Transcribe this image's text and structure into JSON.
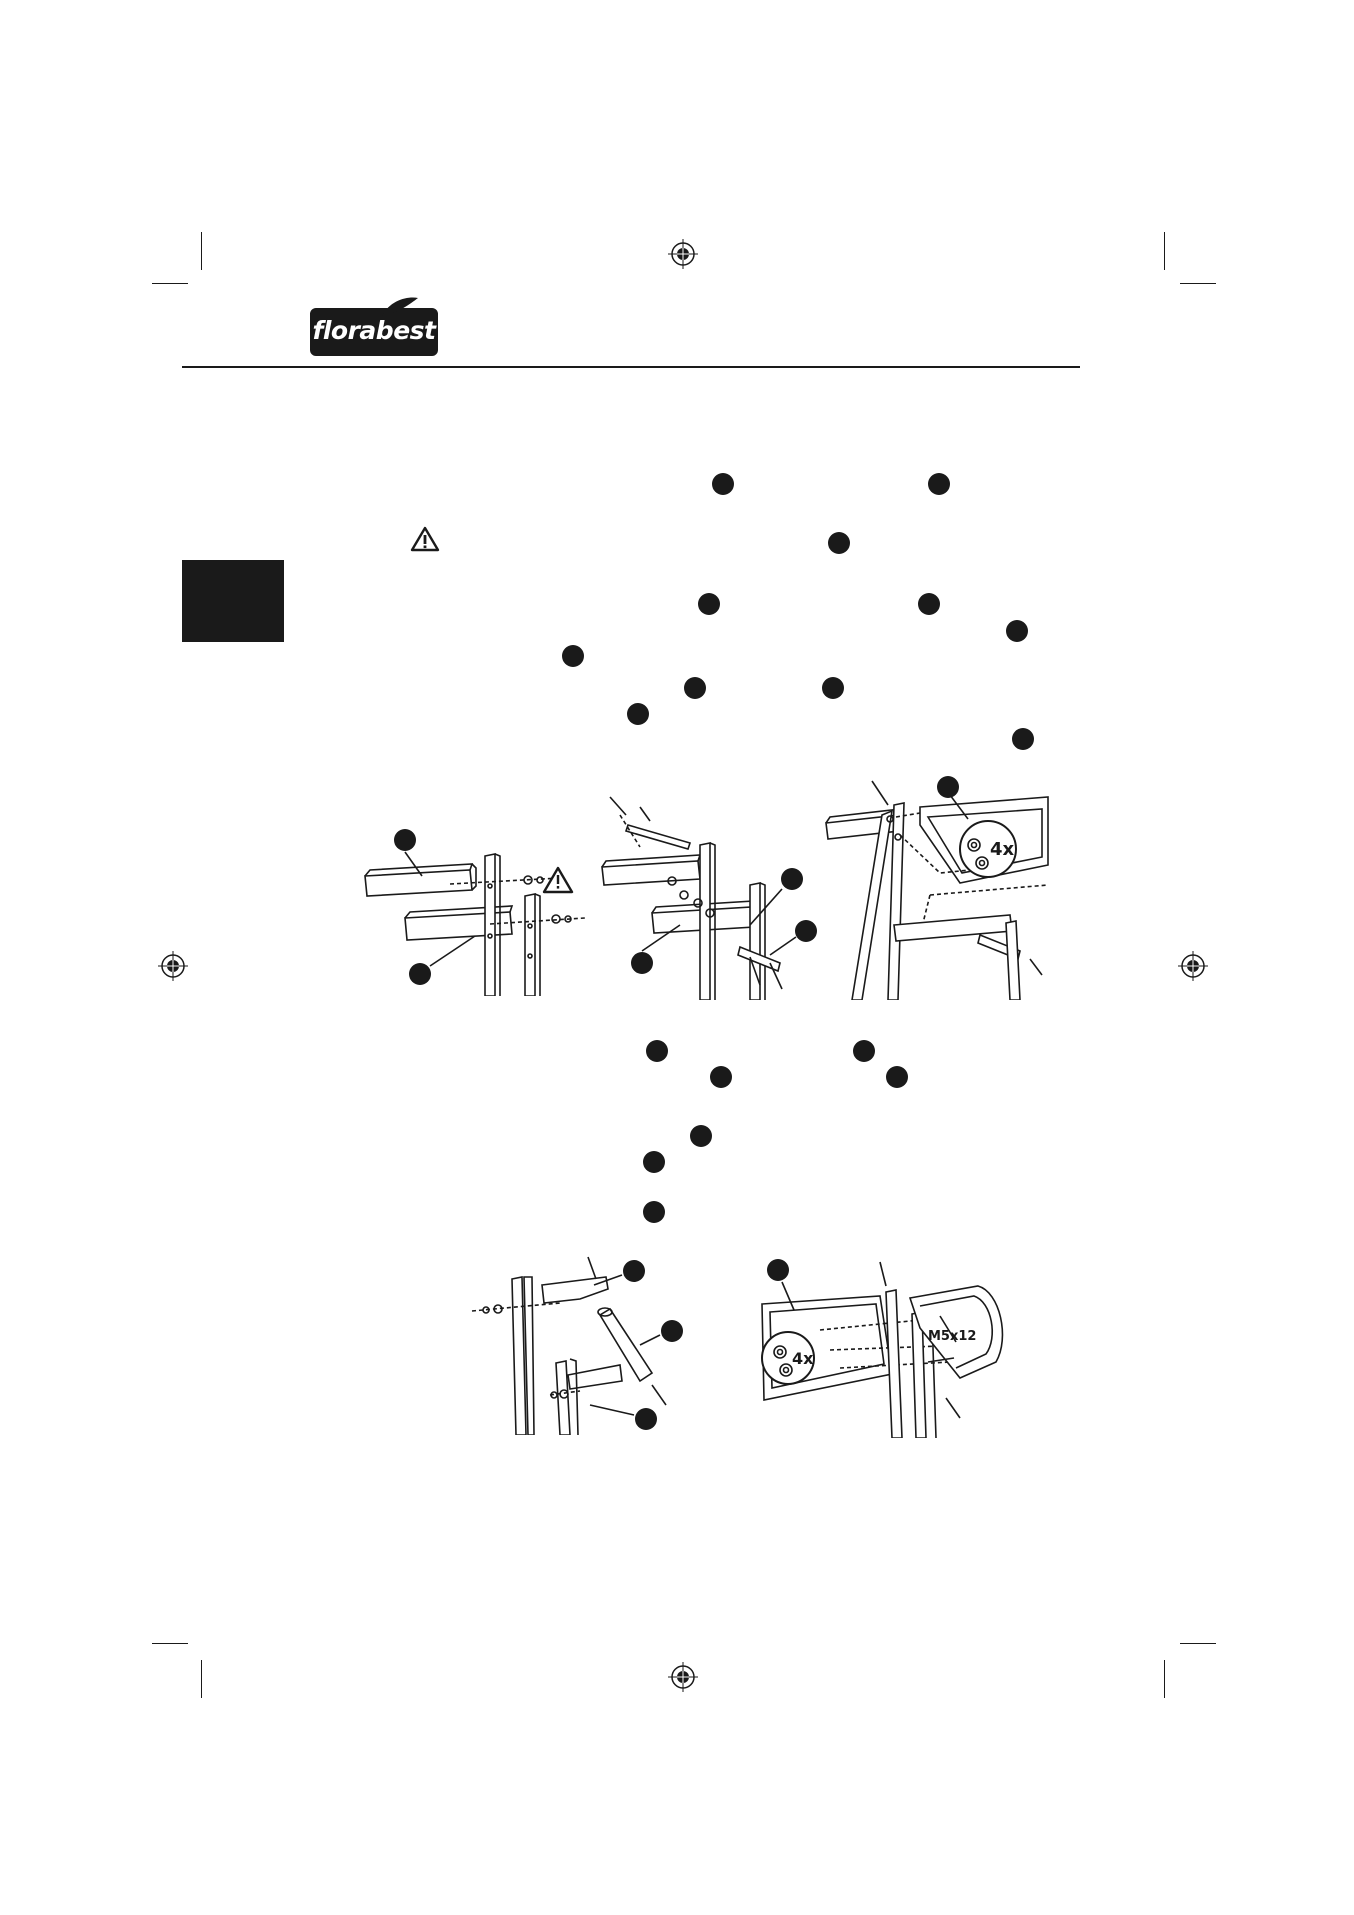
{
  "brand": {
    "logo_text": "florabest"
  },
  "figures": {
    "fig1_badge": "4x",
    "fig2_badge": "4x",
    "fig2_screw_label": "M5x12"
  },
  "icons": {
    "warning": "warning-triangle-icon",
    "registration": "registration-mark-icon"
  },
  "colors": {
    "ink": "#1a1a1a",
    "paper": "#ffffff"
  }
}
